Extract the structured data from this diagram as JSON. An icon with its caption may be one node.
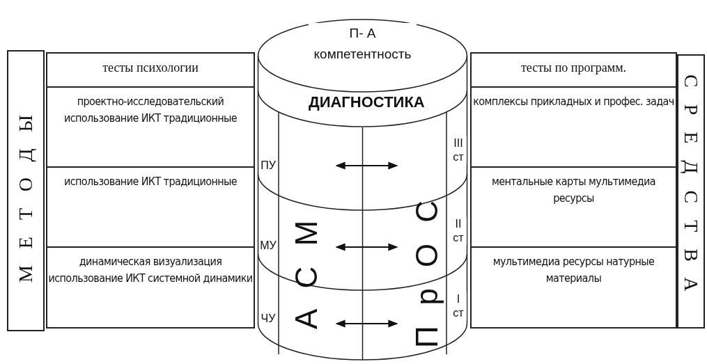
{
  "diagram": {
    "nodes": [
      {
        "text": [
          "МЕТОДЫ"
        ]
      },
      {
        "text": [
          "тесты психологии"
        ]
      },
      {
        "text": [
          "проектно-исследовательский использование ИКТ традиционные"
        ]
      },
      {
        "text": [
          "использование ИКТ традиционные"
        ]
      },
      {
        "text": [
          "динамическая визуализация использование ИКТ системной динамики"
        ]
      },
      {
        "text": [
          "П- А компетентность",
          "ДИАГНОСТИКА"
        ]
      },
      {
        "text": [
          "тесты по программ."
        ]
      },
      {
        "text": [
          "комплексы прикладных и профес. задач"
        ]
      },
      {
        "text": [
          "ментальные карты мультимедиа ресурсы"
        ]
      },
      {
        "text": [
          "мультимедиа ресурсы натурные материалы"
        ]
      },
      {
        "text": [
          "СРЕДСТВА"
        ]
      }
    ],
    "edges": [],
    "labels": [
      "ПУ",
      "III ст",
      "МУ",
      "II ст",
      "ЧУ",
      "I ст",
      "АСМ",
      "ПрОС"
    ]
  }
}
